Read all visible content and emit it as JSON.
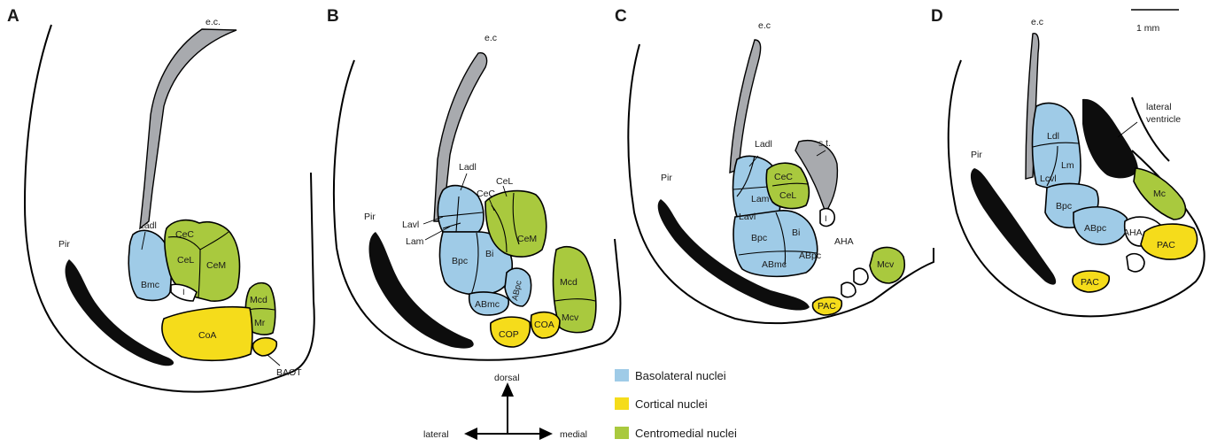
{
  "panels": {
    "A": {
      "letter": "A",
      "labels": {
        "ec": "e.c.",
        "pir": "Pir",
        "ladl": "Ladl",
        "cec": "CeC",
        "cel": "CeL",
        "cem": "CeM",
        "bmc": "Bmc",
        "i": "I",
        "mcd": "Mcd",
        "mr": "Mr",
        "coa": "CoA",
        "baot": "BAOT"
      }
    },
    "B": {
      "letter": "B",
      "labels": {
        "ec": "e.c",
        "pir": "Pir",
        "ladl": "Ladl",
        "cel": "CeL",
        "cec": "CeC",
        "cem": "CeM",
        "lavl": "Lavl",
        "lam": "Lam",
        "bpc": "Bpc",
        "bi": "Bi",
        "abpc": "ABpc",
        "abmc": "ABmc",
        "mcd": "Mcd",
        "mcv": "Mcv",
        "cop": "COP",
        "coa": "COA"
      }
    },
    "C": {
      "letter": "C",
      "labels": {
        "ec": "e.c",
        "pir": "Pir",
        "ladl": "Ladl",
        "st": "s.t.",
        "cec": "CeC",
        "cel": "CeL",
        "lam": "Lam",
        "lavl": "Lavl",
        "i": "I",
        "aha": "AHA",
        "bpc": "Bpc",
        "bi": "Bi",
        "abmc": "ABmc",
        "abpc": "ABpc",
        "mcv": "Mcv",
        "pac": "PAC"
      }
    },
    "D": {
      "letter": "D",
      "labels": {
        "ec": "e.c",
        "scale": "1 mm",
        "lateral_ventricle_1": "lateral",
        "lateral_ventricle_2": "ventricle",
        "pir": "Pir",
        "ldl": "Ldl",
        "lm": "Lm",
        "lcvl": "Lcvl",
        "mc": "Mc",
        "bpc": "Bpc",
        "abpc": "ABpc",
        "aha": "AHA",
        "pac_1": "PAC",
        "pac_2": "PAC"
      }
    }
  },
  "orientation": {
    "dorsal": "dorsal",
    "lateral": "lateral",
    "medial": "medial"
  },
  "legend": [
    {
      "key": "basolateral",
      "label": "Basolateral nuclei",
      "color": "#9fcbe7"
    },
    {
      "key": "cortical",
      "label": "Cortical nuclei",
      "color": "#f5dc1b"
    },
    {
      "key": "centromedial",
      "label": "Centromedial nuclei",
      "color": "#a9c93e"
    }
  ]
}
